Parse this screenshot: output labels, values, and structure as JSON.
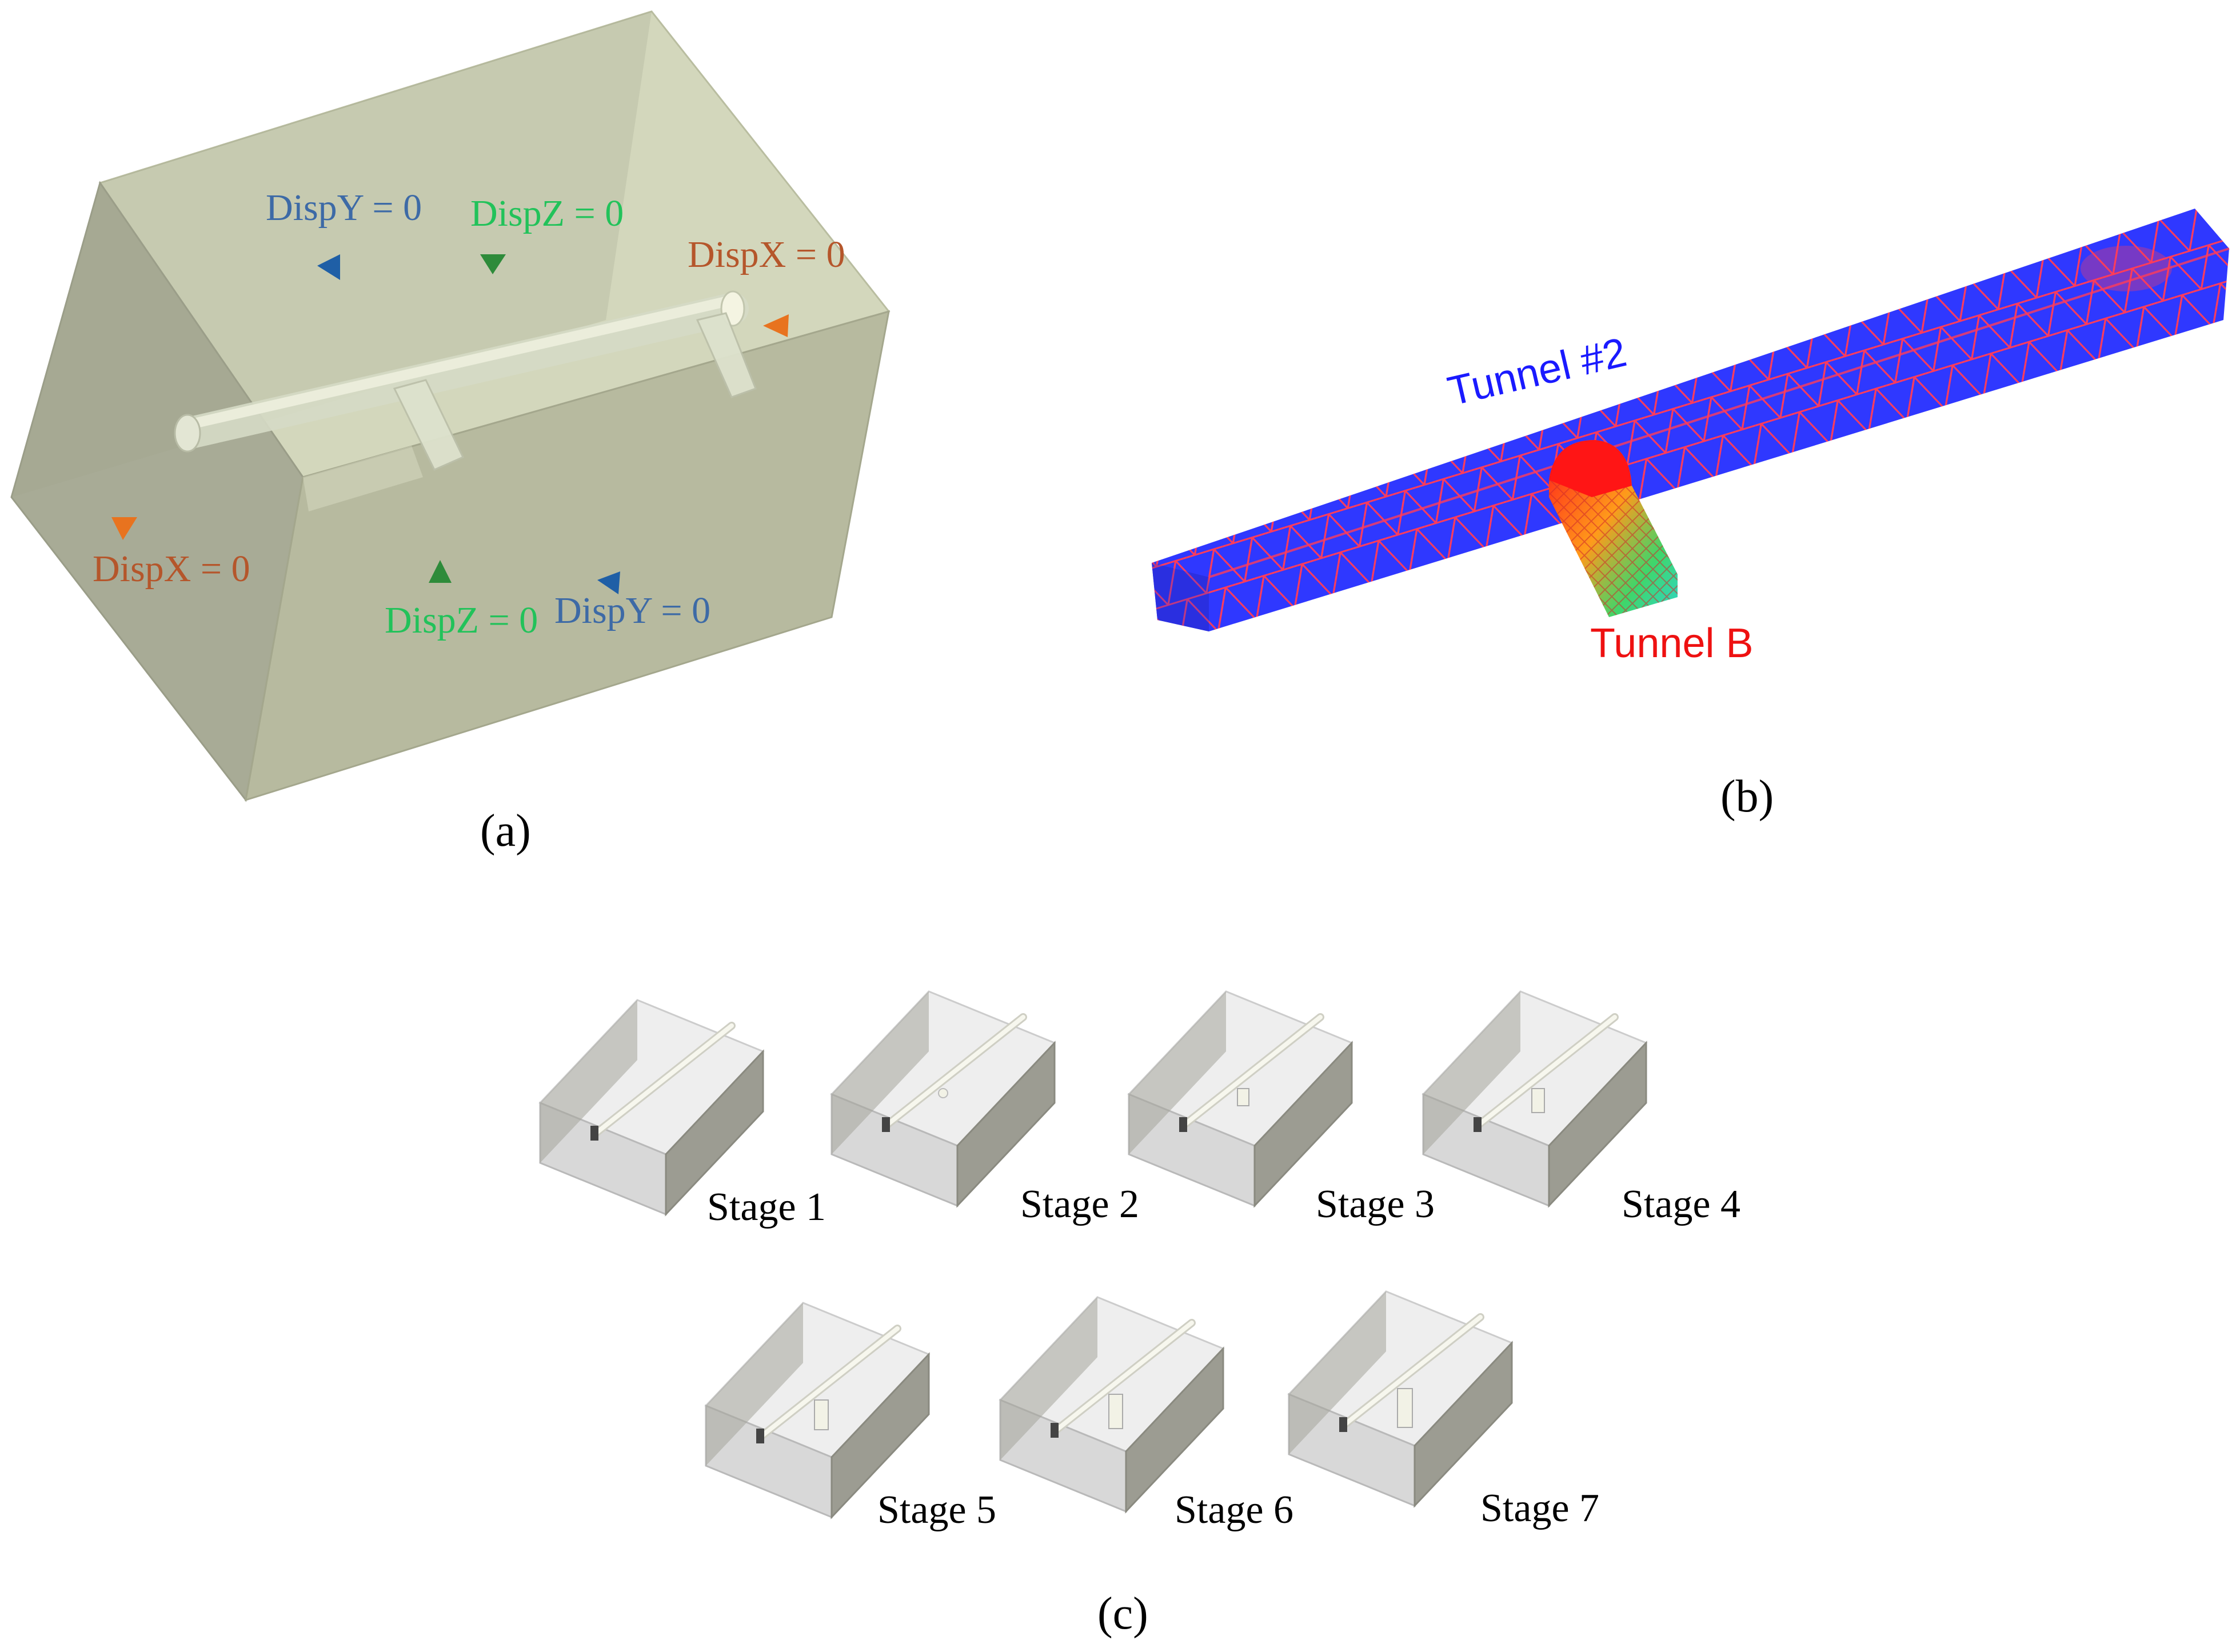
{
  "panel_a": {
    "caption": "(a)",
    "labels": {
      "dispy_top": "DispY = 0",
      "dispz_top": "DispZ = 0",
      "dispx_right": "DispX = 0",
      "dispx_left": "DispX = 0",
      "dispz_bottom": "DispZ = 0",
      "dispy_bottom": "DispY = 0"
    },
    "colors": {
      "dispx": "#e8731f",
      "dispy": "#1f5fa6",
      "dispz": "#2e8b3a",
      "dispx_text": "#b5562b",
      "dispy_text": "#3d6aa6",
      "dispz_text": "#22c25a",
      "block": "#c9ccaa"
    }
  },
  "panel_b": {
    "caption": "(b)",
    "tunnel_2_label": "Tunnel #2",
    "tunnel_b_label": "Tunnel B",
    "colors": {
      "tunnel_2": "#2f38ff",
      "tunnel_2_text": "#1a1aff",
      "tunnel_b": "#ff2a1a",
      "tunnel_b_text": "#ee1111",
      "mesh": "#ff3c5a"
    }
  },
  "panel_c": {
    "caption": "(c)",
    "stages": [
      "Stage 1",
      "Stage 2",
      "Stage 3",
      "Stage 4",
      "Stage 5",
      "Stage 6",
      "Stage 7"
    ]
  }
}
